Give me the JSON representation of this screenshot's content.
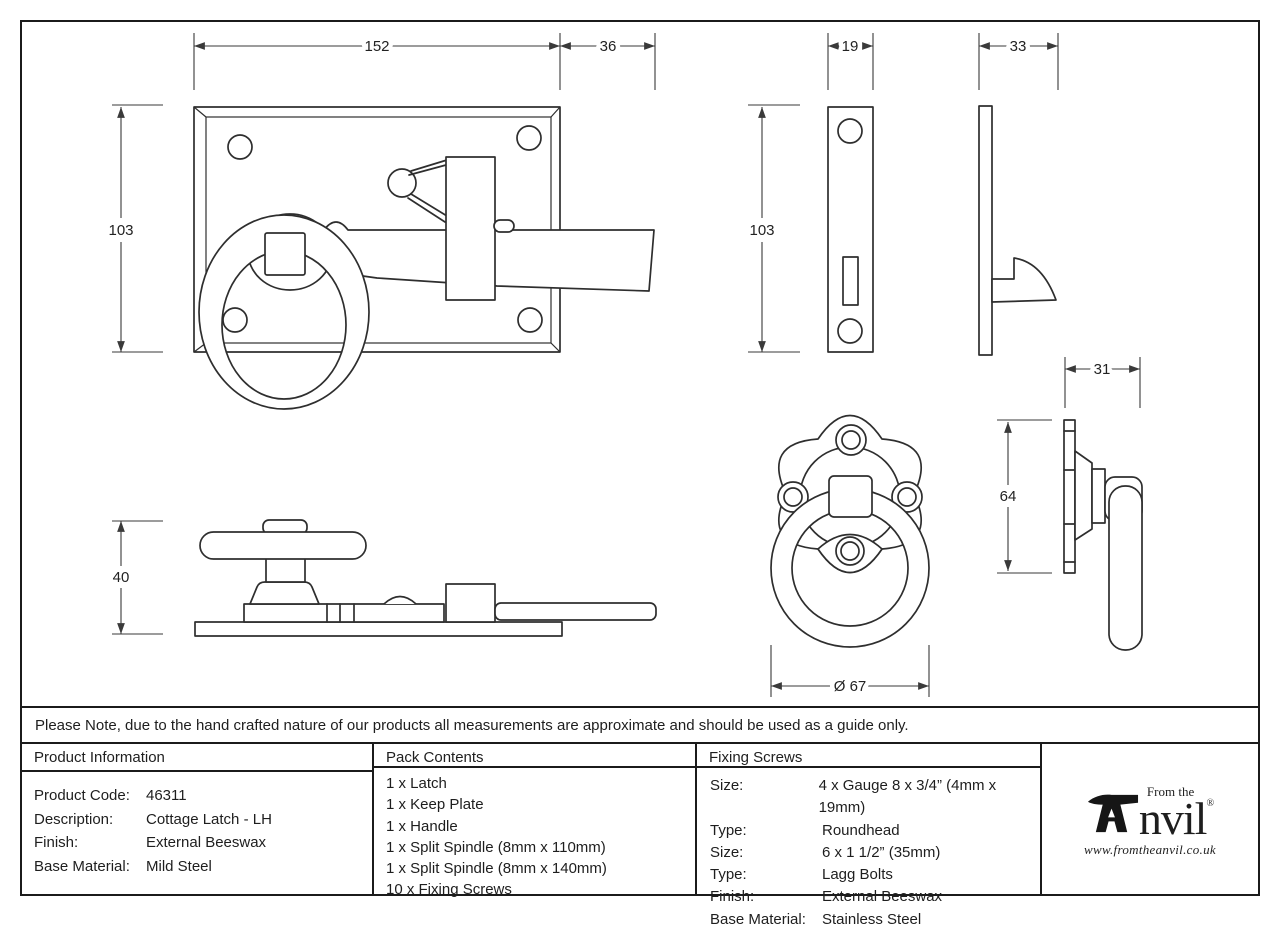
{
  "page": {
    "note": "Please Note, due to the hand crafted nature of our products all measurements are approximate and should be used as a guide only."
  },
  "drawing": {
    "dimensions": {
      "latch_plate_width": "152",
      "latch_bar_extension": "36",
      "latch_plate_height": "103",
      "keep_plate_width": "19",
      "keep_plate_height": "103",
      "keep_plate_depth": "33",
      "latch_side_height": "40",
      "handle_ring_diameter": "Ø 67",
      "handle_plate_height": "64",
      "handle_depth": "31"
    }
  },
  "product_information": {
    "title": "Product Information",
    "rows": [
      {
        "label": "Product Code:",
        "value": "46311"
      },
      {
        "label": "Description:",
        "value": "Cottage Latch - LH"
      },
      {
        "label": "Finish:",
        "value": "External Beeswax"
      },
      {
        "label": "Base Material:",
        "value": "Mild Steel"
      }
    ]
  },
  "pack_contents": {
    "title": "Pack Contents",
    "items": [
      "1 x Latch",
      "1 x Keep Plate",
      "1 x Handle",
      "1 x Split Spindle (8mm x 110mm)",
      "1 x Split Spindle (8mm x 140mm)",
      "10 x Fixing Screws"
    ]
  },
  "fixing_screws": {
    "title": "Fixing Screws",
    "rows": [
      {
        "label": "Size:",
        "value": "4 x Gauge 8 x 3/4” (4mm x 19mm)"
      },
      {
        "label": "Type:",
        "value": "Roundhead"
      },
      {
        "label": "Size:",
        "value": "6 x 1 1/2” (35mm)"
      },
      {
        "label": "Type:",
        "value": "Lagg Bolts"
      },
      {
        "label": "Finish:",
        "value": "External Beeswax"
      },
      {
        "label": "Base Material:",
        "value": "Stainless Steel"
      }
    ]
  },
  "logo": {
    "tagline": "From the",
    "wordmark_rest": "nvil",
    "registered": "®",
    "url": "www.fromtheanvil.co.uk"
  }
}
